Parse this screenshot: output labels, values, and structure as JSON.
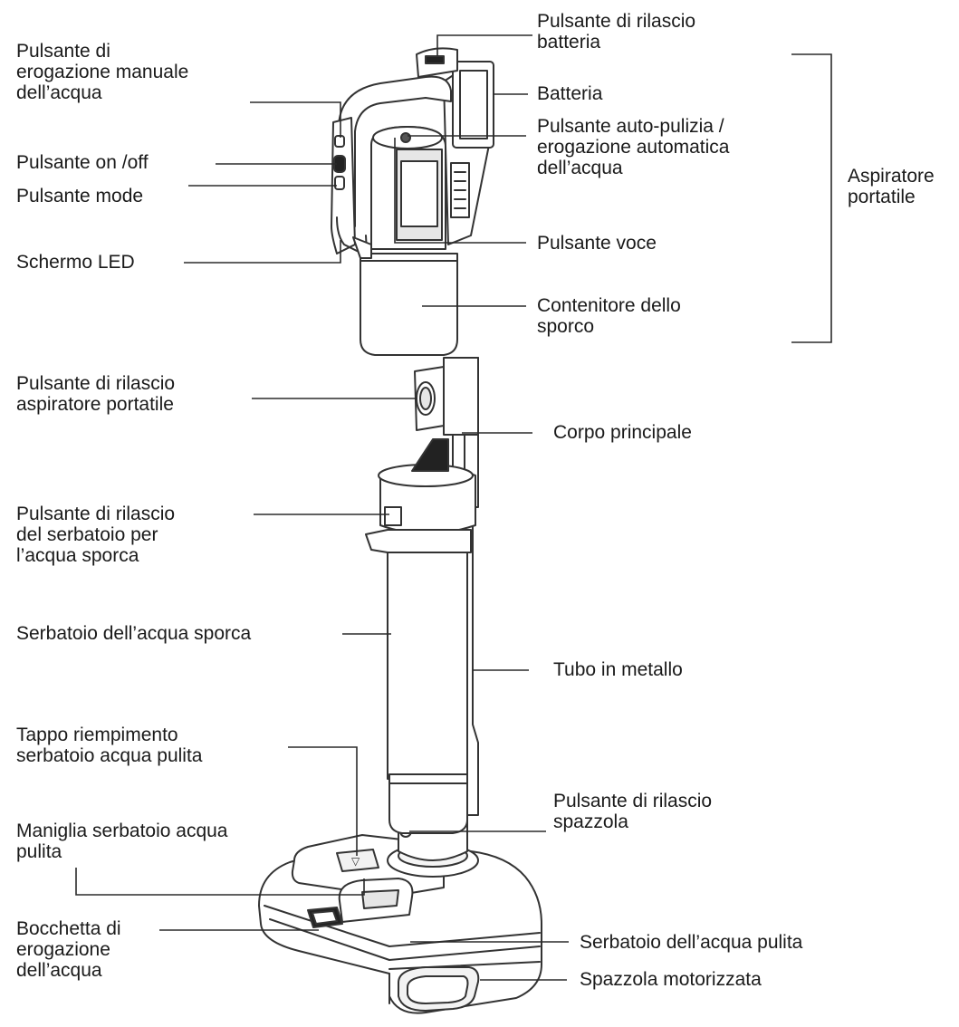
{
  "labels": {
    "manual_water_button": "Pulsante di\nerogazione manuale\ndell’acqua",
    "onoff_button": "Pulsante on /off",
    "mode_button": "Pulsante mode",
    "led_screen": "Schermo LED",
    "handheld_release_button": "Pulsante di rilascio\naspiratore portatile",
    "dirty_tank_release_button": "Pulsante di rilascio\ndel serbatoio per\nl’acqua sporca",
    "dirty_water_tank": "Serbatoio dell’acqua sporca",
    "clean_tank_fill_cap": "Tappo riempimento\nserbatoio acqua pulita",
    "clean_tank_handle": "Maniglia serbatoio acqua\npulita",
    "water_nozzle": "Bocchetta di\nerogazione\ndell’acqua",
    "battery_release_button": "Pulsante di rilascio\nbatteria",
    "battery": "Batteria",
    "self_clean_button": "Pulsante auto-pulizia /\nerogazione automatica\ndell’acqua",
    "voice_button": "Pulsante voce",
    "dust_container": "Contenitore dello\nsporco",
    "handheld_vacuum": "Aspiratore\nportatile",
    "main_body": "Corpo principale",
    "metal_tube": "Tubo in metallo",
    "brush_release_button": "Pulsante di rilascio\nspazzola",
    "clean_water_tank": "Serbatoio dell’acqua pulita",
    "motorized_brush": "Spazzola motorizzata"
  },
  "colors": {
    "line": "#2b2b2b",
    "text": "#1a1a1a",
    "device_stroke": "#333333",
    "device_fill": "#ffffff",
    "shade": "#e6e6e6"
  }
}
